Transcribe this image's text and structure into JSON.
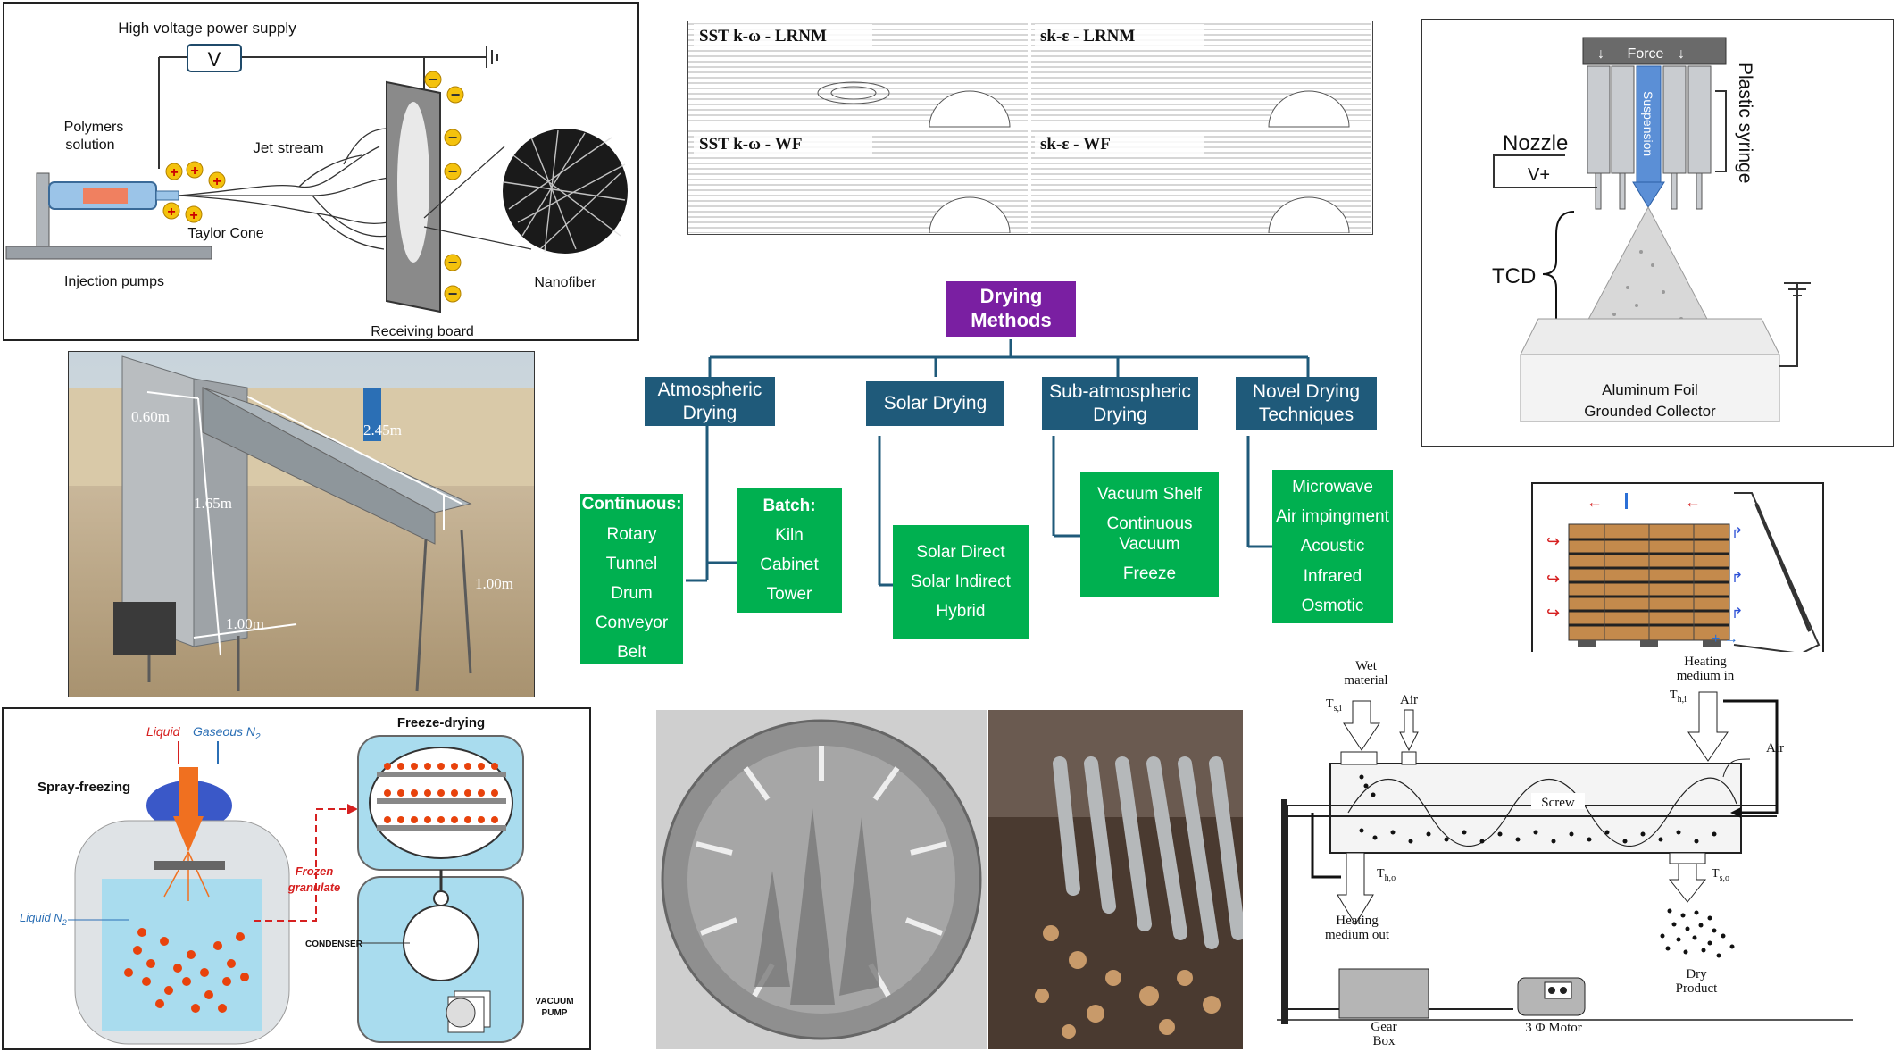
{
  "electrospinning": {
    "power_supply": "High voltage power supply",
    "voltmeter": "V",
    "polymer_solution": "Polymers\nsolution",
    "jet_stream": "Jet stream",
    "taylor_cone": "Taylor Cone",
    "injection_pumps": "Injection pumps",
    "receiving_board": "Receiving board",
    "nanofiber": "Nanofiber",
    "charge": "+",
    "neg_charge": "−"
  },
  "cfd": {
    "tl": "SST k-ω - LRNM",
    "tr": "sk-ε - LRNM",
    "bl": "SST k-ω - WF",
    "br": "sk-ε - WF"
  },
  "electrospray": {
    "force": "Force",
    "suspension": "Suspension",
    "plastic_syringe": "Plastic syringe",
    "nozzle": "Nozzle",
    "vplus": "V+",
    "tcd": "TCD",
    "foil": "Aluminum Foil",
    "collector": "Grounded Collector"
  },
  "solar_dryer_photo": {
    "dim1": "0.60m",
    "dim2": "2.45m",
    "dim3": "1.65m",
    "dim4": "1.00m",
    "dim5": "1.00m"
  },
  "drying_methods": {
    "root": "Drying\nMethods",
    "categories": [
      "Atmospheric\nDrying",
      "Solar Drying",
      "Sub-atmospheric\nDrying",
      "Novel Drying\nTechniques"
    ],
    "continuous_title": "Continuous:",
    "continuous": [
      "Rotary",
      "Tunnel",
      "Drum",
      "Conveyor",
      "Belt"
    ],
    "batch_title": "Batch:",
    "batch": [
      "Kiln",
      "Cabinet",
      "Tower"
    ],
    "solar": [
      "Solar Direct",
      "Solar Indirect",
      "Hybrid"
    ],
    "sub_atmospheric": [
      "Vacuum Shelf",
      "Continuous\nVacuum",
      "Freeze"
    ],
    "novel": [
      "Microwave",
      "Air impingment",
      "Acoustic",
      "Infrared",
      "Osmotic"
    ],
    "colors": {
      "root": "#7a1fa2",
      "category": "#1f5a7a",
      "leaf": "#00b050"
    }
  },
  "freeze_drying": {
    "liquid": "Liquid",
    "gaseous_n2": "Gaseous N",
    "sub2": "2",
    "spray_freezing": "Spray-freezing",
    "liquid_n2": "Liquid N",
    "frozen_granulate": "Frozen\ngranulate",
    "freeze_drying": "Freeze-drying",
    "condenser": "CONDENSER",
    "vacuum_pump": "VACUUM\nPUMP"
  },
  "screw_dryer": {
    "wet_material": "Wet\nmaterial",
    "air_in": "Air",
    "ts_i": "T",
    "ts_i_sub": "s,i",
    "heating_in": "Heating\nmedium in",
    "th_i": "T",
    "th_i_sub": "h,i",
    "air_out": "Air",
    "screw": "Screw",
    "th_o": "T",
    "th_o_sub": "h,o",
    "ts_o": "T",
    "ts_o_sub": "s,o",
    "heating_out": "Heating\nmedium out",
    "dry_product": "Dry\nProduct",
    "gear_box": "Gear\nBox",
    "motor": "3 Φ Motor"
  }
}
